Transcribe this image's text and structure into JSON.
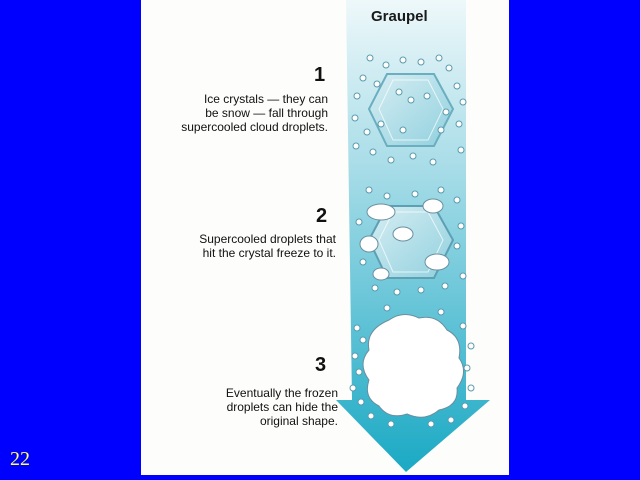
{
  "slide": {
    "number": "22"
  },
  "figure": {
    "title": "Graupel",
    "steps": [
      {
        "number": "1",
        "lines": [
          "Ice crystals — they can",
          "be snow — fall through",
          "supercooled cloud droplets."
        ]
      },
      {
        "number": "2",
        "lines": [
          "Supercooled droplets that",
          "hit the crystal freeze to it."
        ]
      },
      {
        "number": "3",
        "lines": [
          "Eventually the frozen",
          "droplets can hide the",
          "original shape."
        ]
      }
    ]
  },
  "colors": {
    "background": "#0000ff",
    "panel": "#fdfdfb",
    "arrow_top": "#e8f6f8",
    "arrow_bottom": "#1aa9c4",
    "slide_number": "#ffff66"
  }
}
